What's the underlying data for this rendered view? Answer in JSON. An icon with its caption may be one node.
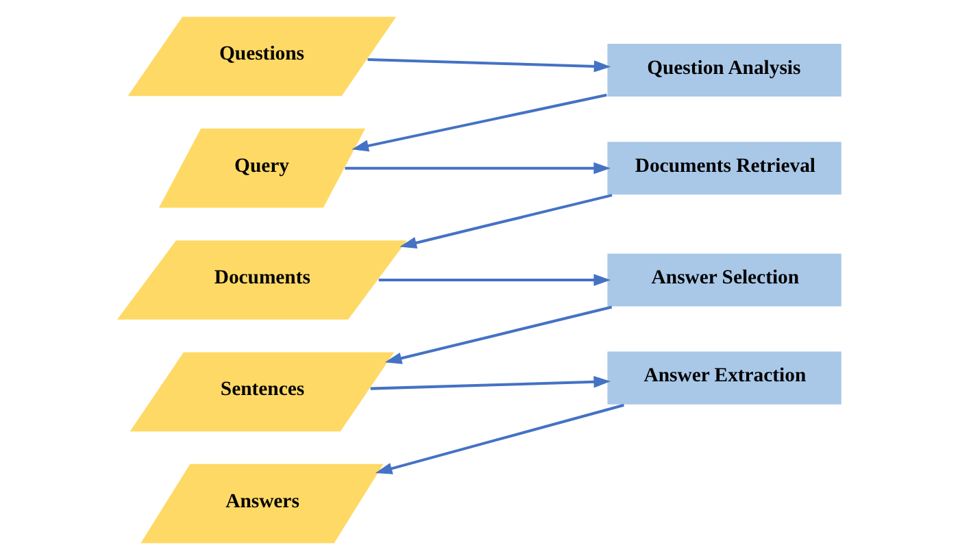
{
  "diagram": {
    "nodes": [
      {
        "text": [
          "Questions"
        ]
      },
      {
        "text": [
          "Question Analysis"
        ]
      },
      {
        "text": [
          "Query"
        ]
      },
      {
        "text": [
          "Documents Retrieval"
        ]
      },
      {
        "text": [
          "Documents"
        ]
      },
      {
        "text": [
          "Answer Selection"
        ]
      },
      {
        "text": [
          "Sentences"
        ]
      },
      {
        "text": [
          "Answer Extraction"
        ]
      },
      {
        "text": [
          "Answers"
        ]
      }
    ],
    "edges": [
      {
        "from": 0,
        "to": 1,
        "arrow": "to"
      },
      {
        "from": 1,
        "to": 2,
        "arrow": "to"
      },
      {
        "from": 2,
        "to": 3,
        "arrow": "to"
      },
      {
        "from": 3,
        "to": 4,
        "arrow": "to"
      },
      {
        "from": 4,
        "to": 5,
        "arrow": "to"
      },
      {
        "from": 5,
        "to": 6,
        "arrow": "to"
      },
      {
        "from": 6,
        "to": 7,
        "arrow": "to"
      },
      {
        "from": 7,
        "to": 8,
        "arrow": "to"
      }
    ]
  }
}
